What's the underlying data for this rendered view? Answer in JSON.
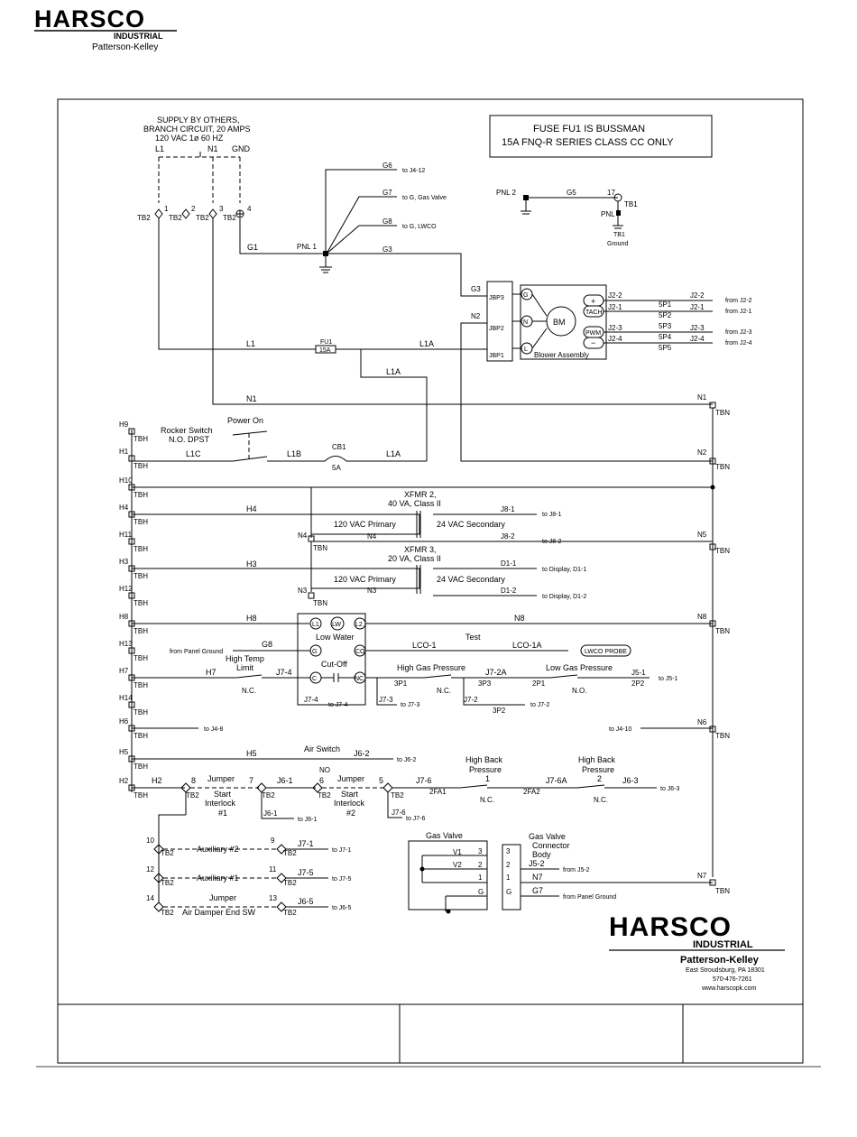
{
  "header": {
    "brand": "HARSCO",
    "division": "INDUSTRIAL",
    "company": "Patterson-Kelley"
  },
  "supply": {
    "line1": "SUPPLY BY OTHERS,",
    "line2": "BRANCH CIRCUIT, 20 AMPS",
    "line3": "120 VAC 1ø 60 HZ",
    "l1": "L1",
    "n1": "N1",
    "gnd": "GND"
  },
  "fuse_note": {
    "line1": "FUSE FU1 IS BUSSMAN",
    "line2": "15A FNQ-R SERIES CLASS CC ONLY"
  },
  "top_terminals": {
    "tb2": "TB2",
    "t1": "1",
    "t2": "2",
    "t3": "3",
    "t4": "4"
  },
  "ground_wires": {
    "g1": "G1",
    "pnl1": "PNL 1",
    "g3": "G3",
    "g6": "G6",
    "g6_dest": "to J4-12",
    "g7": "G7",
    "g7_dest": "to G, Gas Valve",
    "g8": "G8",
    "g8_dest": "to G, LWCO",
    "pnl2": "PNL 2",
    "g5": "G5",
    "t17": "17",
    "tb1": "TB1",
    "pnl": "PNL",
    "tb1_ground_a": "TB1",
    "tb1_ground_b": "Ground"
  },
  "blower": {
    "g3": "G3",
    "n2": "N2",
    "jbp3": "JBP3",
    "jbp2": "JBP2",
    "jbp1": "JBP1",
    "g": "G",
    "n": "N",
    "l": "L",
    "bm": "BM",
    "plus": "+",
    "tach": "TACH",
    "pwm": "PWM",
    "minus": "−",
    "label": "Blower Assembly",
    "pins": [
      {
        "left": "J2-2",
        "plug": "5P1",
        "right": "J2-2",
        "dest": "from J2-2"
      },
      {
        "left": "J2-1",
        "plug": "5P2",
        "right": "J2-1",
        "dest": "from J2-1"
      },
      {
        "left": "J2-3",
        "plug": "5P3",
        "right": "J2-3",
        "dest": "from J2-3"
      },
      {
        "left": "J2-4",
        "plug": "5P4",
        "right": "J2-4",
        "dest": "from J2-4"
      }
    ],
    "plug5": "5P5"
  },
  "fuse": {
    "l1": "L1",
    "fu1": "FU1",
    "rating": "15A",
    "l1a": "L1A",
    "l1a2": "L1A"
  },
  "neutral": {
    "n1": "N1",
    "n1r": "N1",
    "tbn": "TBN",
    "n2": "N2"
  },
  "left_terminals": [
    "H9",
    "H1",
    "H10",
    "H4",
    "H11",
    "H3",
    "H12",
    "H8",
    "H13",
    "H7",
    "H14",
    "H6",
    "H5",
    "H2"
  ],
  "tbh": "TBH",
  "rocker": {
    "title1": "Rocker Switch",
    "title2": "N.O. DPST",
    "power_on": "Power On",
    "l1c": "L1C",
    "l1b": "L1B",
    "cb1": "CB1",
    "amp": "5A",
    "l1a": "L1A"
  },
  "xfmr2": {
    "name": "XFMR 2,",
    "rating": "40 VA, Class II",
    "primary": "120 VAC Primary",
    "secondary": "24 VAC Secondary",
    "h4": "H4",
    "n4a": "N4",
    "n4b": "N4",
    "tbn": "TBN",
    "j8_1": "J8-1",
    "j8_1d": "to J8-1",
    "j8_2": "J8-2",
    "j8_2d": "to J8-2",
    "n5": "N5"
  },
  "xfmr3": {
    "name": "XFMR 3,",
    "rating": "20 VA, Class II",
    "primary": "120 VAC Primary",
    "secondary": "24 VAC Secondary",
    "h3": "H3",
    "n3a": "N3",
    "n3b": "N3",
    "tbn": "TBN",
    "d1_1": "D1-1",
    "d1_1d": "to Display, D1-1",
    "d1_2": "D1-2",
    "d1_2d": "to Display, D1-2"
  },
  "lwco": {
    "h8": "H8",
    "l1": "L1",
    "lw": "LW",
    "l2": "L2",
    "n8": "N8",
    "n8r": "N8",
    "low_water": "Low Water",
    "g": "G",
    "g8": "G8",
    "from_ground": "from Panel Ground",
    "co": "CO",
    "lco1": "LCO-1",
    "test": "Test",
    "lco1a": "LCO-1A",
    "probe": "LWCO PROBE",
    "cutoff": "Cut-Off",
    "c": "C",
    "nc": "NC"
  },
  "h7row": {
    "h7": "H7",
    "hi_temp1": "High Temp",
    "hi_temp2": "Limit",
    "nc": "N.C.",
    "j7_4": "J7-4",
    "j7_4b": "J7-4",
    "j7_4d": "to J7-4",
    "j7_3": "J7-3",
    "j7_3d": "to J7-3",
    "hgp": "High Gas Pressure",
    "p3p1": "3P1",
    "hgp_nc": "N.C.",
    "j7_2a": "J7-2A",
    "p3p3": "3P3",
    "p2p1": "2P1",
    "lgp": "Low Gas Pressure",
    "lgp_no": "N.O.",
    "j5_1": "J5-1",
    "p2p2": "2P2",
    "j5_1d": "to J5-1",
    "j7_2": "J7-2",
    "p3p2": "3P2",
    "j7_2d": "to J7-2"
  },
  "h6row": {
    "dest_left": "to J4-8",
    "dest_right": "to J4-10",
    "n6": "N6",
    "tbn": "TBN"
  },
  "h5row": {
    "h5": "H5",
    "air": "Air Switch",
    "no": "NO",
    "j6_2": "J6-2",
    "j6_2d": "to J6-2"
  },
  "h2row": {
    "h2": "H2",
    "n8": "8",
    "jumper1": "Jumper",
    "n7": "7",
    "j6_1": "J6-1",
    "n6": "6",
    "jumper2": "Jumper",
    "n5": "5",
    "j7_6": "J7-6",
    "tb2": "TB2",
    "start1": "Start",
    "interlock1": "Interlock",
    "num1": "#1",
    "start2": "Start",
    "interlock2": "Interlock",
    "num2": "#2",
    "j6_1b": "J6-1",
    "j6_1d": "to J6-1",
    "j7_6b": "J7-6",
    "j7_6d": "to J7-6",
    "hbp": "High Back",
    "pressure": "Pressure",
    "hbp1": "1",
    "zfa1": "2FA1",
    "nc1": "N.C.",
    "j7_6a": "J7-6A",
    "zfa2": "2FA2",
    "hbp_b": "High Back",
    "pressure_b": "Pressure",
    "hbp2": "2",
    "nc2": "N.C.",
    "j6_3": "J6-3",
    "j6_3d": "to J6-3"
  },
  "aux": {
    "rows": [
      {
        "a": "10",
        "label": "Auxiliary #2",
        "b": "9",
        "wire": "J7-1",
        "dest": "to J7-1"
      },
      {
        "a": "12",
        "label": "Auxiliary #1",
        "b": "11",
        "wire": "J7-5",
        "dest": "to J7-5"
      },
      {
        "a": "14",
        "label": "Jumper",
        "sub": "Air Damper End SW",
        "b": "13",
        "wire": "J6-5",
        "dest": "to J6-5"
      }
    ],
    "tb2": "TB2"
  },
  "gasvalve": {
    "title": "Gas Valve",
    "v1": "V1",
    "v2": "V2",
    "p3": "3",
    "p2": "2",
    "p1": "1",
    "g": "G",
    "conn1": "Gas Valve",
    "conn2": "Connector",
    "conn3": "Body",
    "c3": "3",
    "c2": "2",
    "c1": "1",
    "cg": "G",
    "j5_2": "J5-2",
    "j5_2d": "from J5-2",
    "n7": "N7",
    "g7": "G7",
    "g7d": "from Panel Ground",
    "n7r": "N7",
    "tbn": "TBN"
  },
  "footer_logo": {
    "brand": "HARSCO",
    "division": "INDUSTRIAL",
    "company": "Patterson-Kelley",
    "addr": "East Stroudsburg, PA 18301",
    "phone": "570-476-7261",
    "web": "www.harscopk.com"
  }
}
